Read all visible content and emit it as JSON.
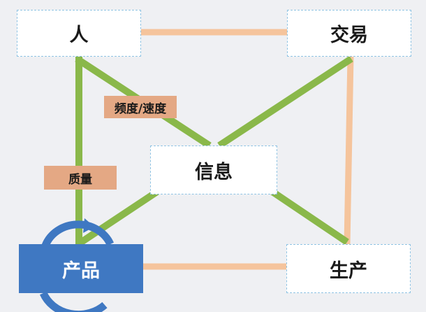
{
  "nodes": {
    "person": "人",
    "trade": "交易",
    "info": "信息",
    "product": "产品",
    "production": "生产"
  },
  "edge_labels": {
    "frequency": "频度/速度",
    "quality": "质量"
  },
  "colors": {
    "background": "#eff0f3",
    "green_link": "#8ab84a",
    "orange_link": "#f5c49c",
    "product_fill": "#3f78c2",
    "cycle_arrow": "#3f78c2",
    "node_border": "#8fc3e3",
    "tag_fill": "#e4a884"
  }
}
